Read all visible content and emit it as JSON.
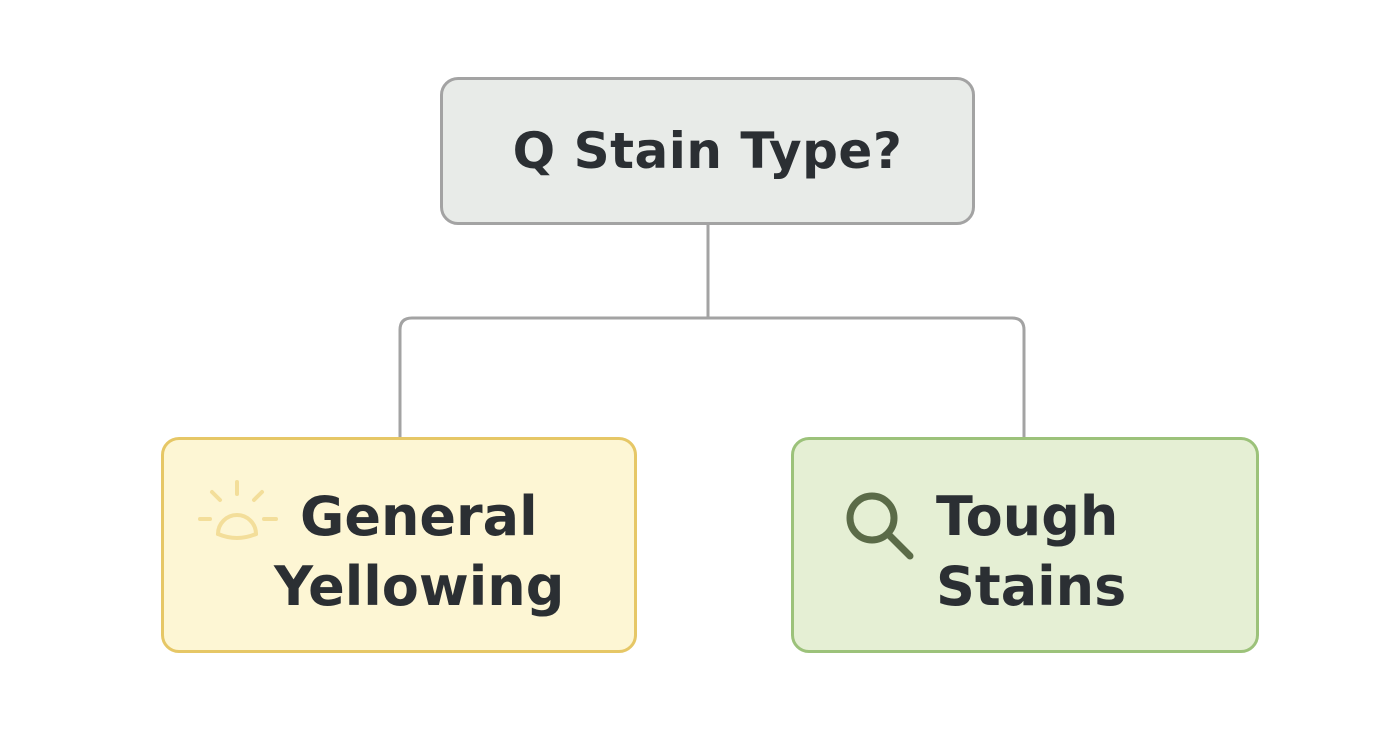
{
  "diagram": {
    "root": {
      "label": "Q Stain Type?",
      "fill": "#e8ebe8",
      "border": "#a3a3a3"
    },
    "children": [
      {
        "line1": "General",
        "line2": "Yellowing",
        "icon": "sun-icon",
        "fill": "#fdf6d4",
        "border": "#e6c766",
        "icon_color": "#f3de9a"
      },
      {
        "line1": "Tough",
        "line2": "Stains",
        "icon": "search-icon",
        "fill": "#e5efd4",
        "border": "#9cc27a",
        "icon_color": "#5b6b48"
      }
    ],
    "connector_color": "#a3a3a3"
  }
}
